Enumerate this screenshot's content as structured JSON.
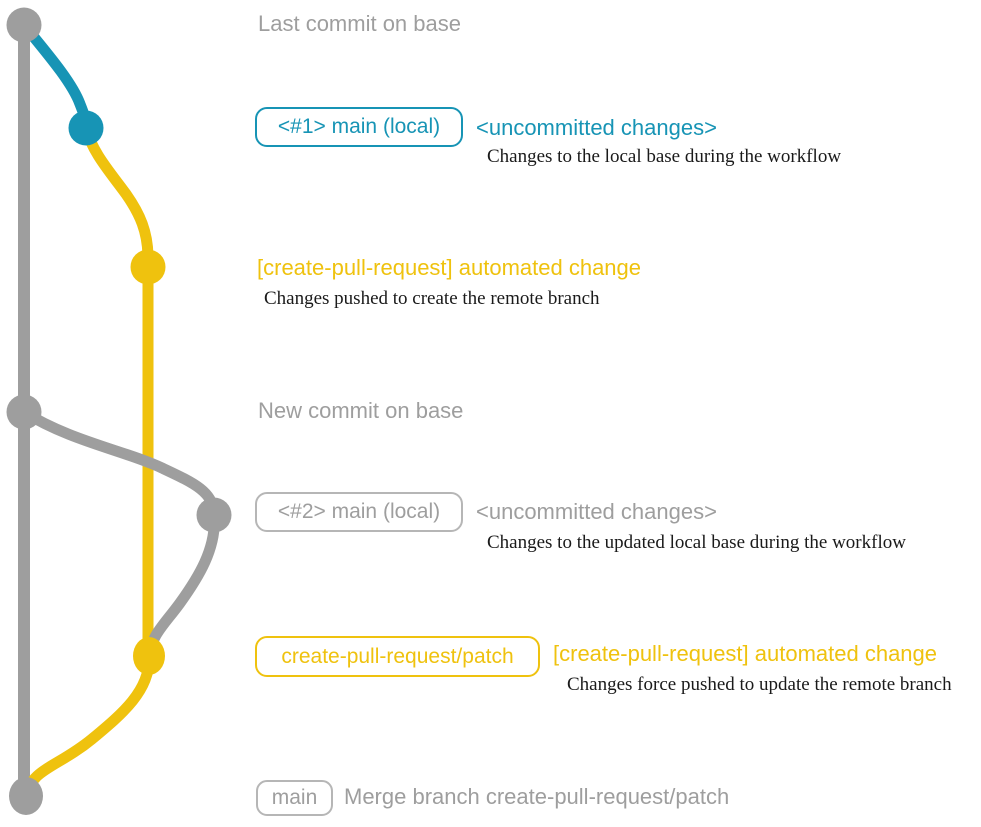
{
  "colors": {
    "gray": "#9e9e9e",
    "grayBorder": "#b6b6b6",
    "blue": "#1794b5",
    "yellow": "#efc20e",
    "ink": "#1a1a1a",
    "background": "#ffffff"
  },
  "graph": {
    "branches": [
      {
        "name": "base-branch",
        "color": "gray"
      },
      {
        "name": "main-local-branch",
        "color": "blue"
      },
      {
        "name": "create-pull-request-patch-branch",
        "color": "yellow"
      }
    ],
    "nodes": [
      {
        "name": "commit-last-on-base",
        "color": "gray"
      },
      {
        "name": "commit-uncommitted-changes-1",
        "color": "blue"
      },
      {
        "name": "commit-automated-change",
        "color": "yellow"
      },
      {
        "name": "commit-new-on-base",
        "color": "gray"
      },
      {
        "name": "commit-uncommitted-changes-2",
        "color": "gray"
      },
      {
        "name": "commit-force-pushed-change",
        "color": "yellow"
      },
      {
        "name": "commit-merge",
        "color": "gray"
      }
    ]
  },
  "rows": {
    "r1": {
      "title": "Last commit on base"
    },
    "r2": {
      "badge": "<#1> main (local)",
      "title": "<uncommitted changes>",
      "subtitle": "Changes to the local base during the workflow"
    },
    "r3": {
      "title": "[create-pull-request] automated change",
      "subtitle": "Changes pushed to create the remote branch"
    },
    "r4": {
      "title": "New commit on base"
    },
    "r5": {
      "badge": "<#2> main (local)",
      "title": "<uncommitted changes>",
      "subtitle": "Changes to the updated local base during the workflow"
    },
    "r6": {
      "badge": "create-pull-request/patch",
      "title": "[create-pull-request] automated change",
      "subtitle": "Changes force pushed to update the remote branch"
    },
    "r7": {
      "badge": "main",
      "title": "Merge branch create-pull-request/patch"
    }
  }
}
